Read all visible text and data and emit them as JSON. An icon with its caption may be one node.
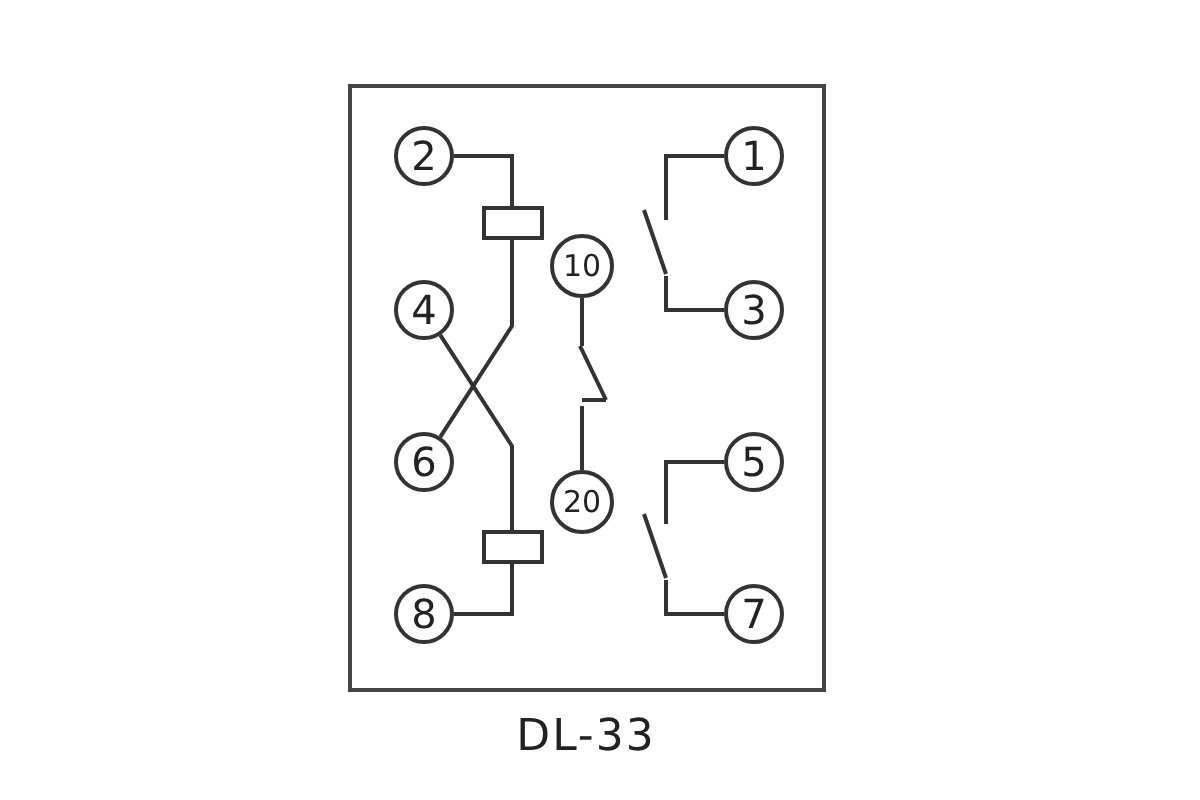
{
  "diagram": {
    "caption": "DL-33",
    "nodes": [
      {
        "text": [
          "2"
        ]
      },
      {
        "text": [
          "1"
        ]
      },
      {
        "text": [],
        "shape": "box"
      },
      {
        "text": [
          "10"
        ]
      },
      {
        "text": [],
        "shape": "switch"
      },
      {
        "text": [
          "4"
        ]
      },
      {
        "text": [
          "3"
        ]
      },
      {
        "text": [],
        "shape": "switch"
      },
      {
        "text": [
          "6"
        ]
      },
      {
        "text": [
          "5"
        ]
      },
      {
        "text": [
          "20"
        ]
      },
      {
        "text": [],
        "shape": "switch"
      },
      {
        "text": [],
        "shape": "box"
      },
      {
        "text": [
          "8"
        ]
      },
      {
        "text": [
          "7"
        ]
      }
    ],
    "edges": [
      {
        "from": 0,
        "to": 2,
        "arrow": "none"
      },
      {
        "from": 2,
        "to": 8,
        "arrow": "none"
      },
      {
        "from": 5,
        "to": 12,
        "arrow": "none"
      },
      {
        "from": 12,
        "to": 13,
        "arrow": "none"
      },
      {
        "from": 3,
        "to": 7,
        "arrow": "none"
      },
      {
        "from": 7,
        "to": 10,
        "arrow": "none"
      },
      {
        "from": 1,
        "to": 4,
        "arrow": "none"
      },
      {
        "from": 4,
        "to": 6,
        "arrow": "none"
      },
      {
        "from": 9,
        "to": 11,
        "arrow": "none"
      },
      {
        "from": 11,
        "to": 14,
        "arrow": "none"
      }
    ]
  }
}
